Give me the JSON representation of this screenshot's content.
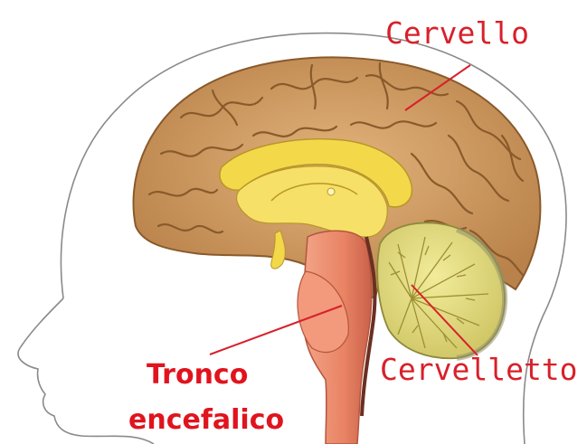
{
  "labels": {
    "cerebrum": "Cervello",
    "cerebellum": "Cervelletto",
    "brainstem_line1": "Tronco",
    "brainstem_line2": "encefalico"
  },
  "colors": {
    "label_red": "#d8202a",
    "cortex": "#c9945b",
    "cortex_dark": "#8a5a2b",
    "corpus_callosum": "#f2d94a",
    "cerebellum": "#e8e08a",
    "brainstem": "#e98a6e",
    "head_outline": "#7a7a7a"
  }
}
